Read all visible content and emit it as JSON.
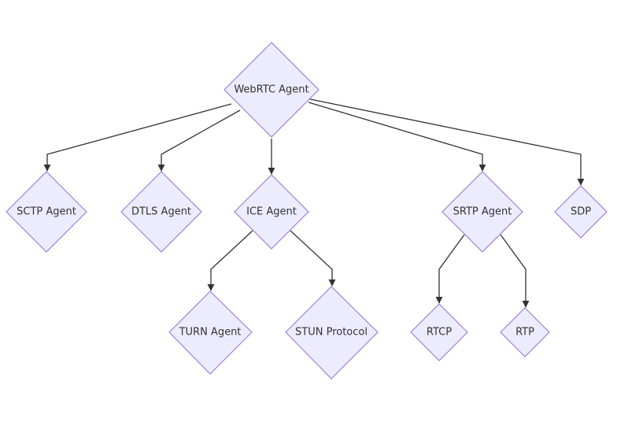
{
  "nodes": {
    "webrtc": "WebRTC Agent",
    "sctp": "SCTP Agent",
    "dtls": "DTLS Agent",
    "ice": "ICE Agent",
    "srtp": "SRTP Agent",
    "sdp": "SDP",
    "turn": "TURN Agent",
    "stun": "STUN Protocol",
    "rtcp": "RTCP",
    "rtp": "RTP"
  },
  "colors": {
    "node_fill": "#ECECFF",
    "node_stroke": "#9370DB",
    "edge": "#333333",
    "text": "#333333"
  }
}
